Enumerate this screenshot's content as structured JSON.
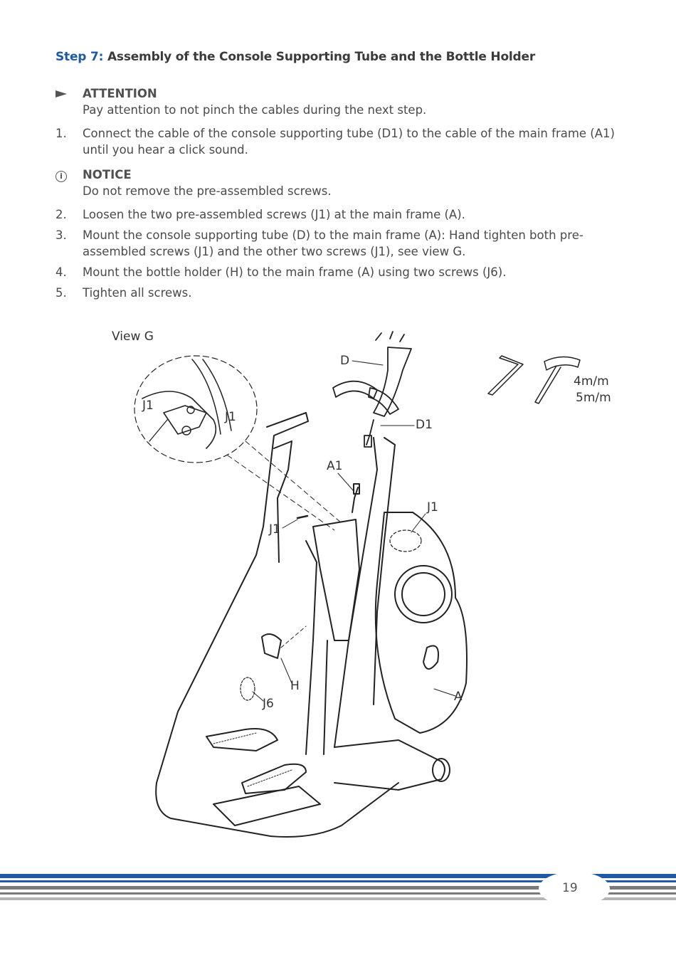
{
  "heading": {
    "step": "Step 7:",
    "title": "Assembly of the Console Supporting Tube and the Bottle Holder"
  },
  "attention": {
    "icon": "arrow-right-icon",
    "title": "ATTENTION",
    "text": "Pay attention to not pinch the cables during the next step."
  },
  "notice": {
    "icon": "info-circle-icon",
    "title": "NOTICE",
    "text": "Do not remove the pre-assembled screws."
  },
  "steps": [
    {
      "num": "1.",
      "text": "Connect the cable of the console supporting tube (D1) to the cable of the main frame (A1) until you hear a click sound."
    },
    {
      "num": "2.",
      "text": "Loosen the two pre-assembled screws (J1) at the main frame (A)."
    },
    {
      "num": "3.",
      "text": "Mount the console supporting tube (D) to the main frame (A): Hand tighten both pre-assembled screws (J1) and the other two screws (J1), see view G."
    },
    {
      "num": "4.",
      "text": "Mount the bottle holder (H) to the main frame (A) using two screws (J6)."
    },
    {
      "num": "5.",
      "text": "Tighten all screws."
    }
  ],
  "illustration": {
    "view_label": "View G",
    "labels": {
      "d": "D",
      "d1": "D1",
      "a1": "A1",
      "a": "A",
      "h": "H",
      "j6": "J6",
      "j1_right": "J1",
      "j1_left": "J1",
      "j1_view_a": "J1",
      "j1_view_b": "J1"
    },
    "tools": {
      "size_a": "4m/m",
      "size_b": "5m/m"
    }
  },
  "footer": {
    "page_number": "19",
    "stripe_colors": [
      "#1f5aa6",
      "#7a7a7a",
      "#b5b5b5"
    ]
  }
}
